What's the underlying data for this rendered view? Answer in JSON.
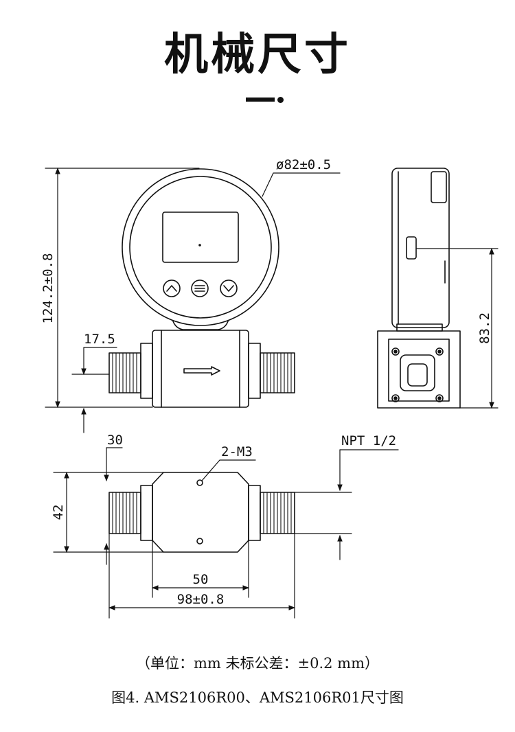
{
  "title": "机械尺寸",
  "dimensions": {
    "diameter": "ø82±0.5",
    "height_total": "124.2±0.8",
    "offset_side": "17.5",
    "side_height": "83.2",
    "width_top": "30",
    "mount_holes": "2-M3",
    "thread": "NPT 1/2",
    "depth": "42",
    "body_length": "50",
    "total_length": "98±0.8"
  },
  "units_note": "（单位：mm  未标公差：±0.2 mm）",
  "caption": "图4. AMS2106R00、AMS2106R01尺寸图"
}
